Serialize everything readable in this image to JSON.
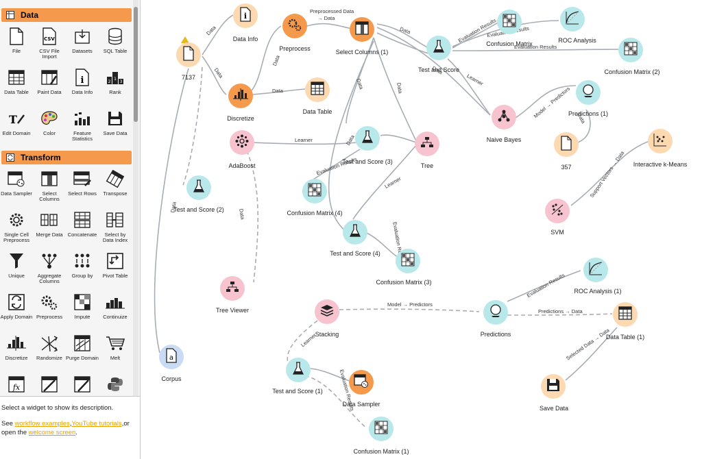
{
  "sidebar": {
    "categories": [
      {
        "name": "Data",
        "widgets": [
          "File",
          "CSV File Import",
          "Datasets",
          "SQL Table",
          "Data Table",
          "Paint Data",
          "Data Info",
          "Rank",
          "Edit Domain",
          "Color",
          "Feature Statistics",
          "Save Data"
        ]
      },
      {
        "name": "Transform",
        "widgets": [
          "Data Sampler",
          "Select Columns",
          "Select Rows",
          "Transpose",
          "Single Cell Preprocess",
          "Merge Data",
          "Concatenate",
          "Select by Data Index",
          "Unique",
          "Aggregate Columns",
          "Group by",
          "Pivot Table",
          "Apply Domain",
          "Preprocess",
          "Impute",
          "Continuize",
          "Discretize",
          "Randomize",
          "Purge Domain",
          "Melt"
        ]
      }
    ],
    "description": "Select a widget to show its description.",
    "see_text": "See",
    "workflow_link": "workflow examples",
    "tutorials_link": "YouTube tutorials",
    "or_text": ",or",
    "open_text": "open the",
    "welcome_link": "welcome screen",
    "period": "."
  },
  "canvas": {
    "nodes": {
      "file": "7137",
      "data_info": "Data Info",
      "preprocess": "Preprocess",
      "select_columns": "Select Columns (1)",
      "test_score": "Test and Score",
      "confusion_matrix": "Confusion Matrix",
      "roc_analysis": "ROC Analysis",
      "confusion_matrix_2": "Confusion Matrix (2)",
      "discretize": "Discretize",
      "data_table": "Data Table",
      "naive_bayes": "Naive Bayes",
      "predictions_1": "Predictions (1)",
      "file_357": "357",
      "interactive_kmeans": "Interactive k-Means",
      "adaboost": "AdaBoost",
      "test_score_3": "Test and Score (3)",
      "tree": "Tree",
      "test_score_2": "Test and Score (2)",
      "confusion_matrix_4": "Confusion Matrix (4)",
      "svm": "SVM",
      "test_score_4": "Test and Score (4)",
      "confusion_matrix_3": "Confusion Matrix (3)",
      "tree_viewer": "Tree Viewer",
      "roc_analysis_1": "ROC Analysis (1)",
      "stacking": "Stacking",
      "predictions": "Predictions",
      "data_table_1": "Data Table (1)",
      "corpus": "Corpus",
      "test_score_1": "Test and Score (1)",
      "data_sampler": "Data Sampler",
      "save_data": "Save Data",
      "confusion_matrix_1": "Confusion Matrix (1)"
    },
    "edges": {
      "data": "Data",
      "preprocessed_data_1": "Preprocessed Data",
      "preprocessed_data_2": "→ Data",
      "evaluation_results": "Evaluation Results",
      "learner": "Learner",
      "model_predictors": "Model → Predictors",
      "predictions_data": "Predictions → Data",
      "selected_data": "Selected Data → Data",
      "support_vectors": "Support Vectors → Data"
    }
  },
  "colors": {
    "data": "#f59a4d",
    "transform": "#f59a4d",
    "model": "#f7c3cf",
    "eval": "#b8e8ea",
    "visual": "#b8e8ea",
    "file": "#fcd9b0",
    "text": "#c9dbf5"
  }
}
